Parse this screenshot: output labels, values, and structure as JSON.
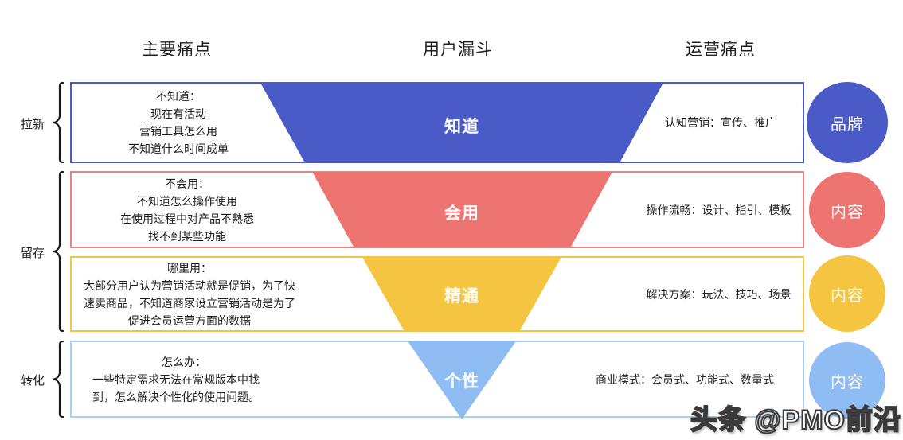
{
  "headers": {
    "main_pain": "主要痛点",
    "funnel": "用户漏斗",
    "ops_pain": "运营痛点"
  },
  "groups": [
    {
      "label": "拉新"
    },
    {
      "label": "留存"
    },
    {
      "label": "转化"
    }
  ],
  "stages": [
    {
      "funnel_label": "知道",
      "color": "#4A5BC8",
      "border_color": "#4A5BC8",
      "left_lines": [
        "不知道：",
        "现在有活动",
        "营销工具怎么用",
        "不知道什么时间成单"
      ],
      "right_text": "认知营销：宣传、推广",
      "circle_label": "品牌"
    },
    {
      "funnel_label": "会用",
      "color": "#EE7472",
      "border_color": "#F0807D",
      "left_lines": [
        "不会用：",
        "不知道怎么操作使用",
        "在使用过程中对产品不熟悉",
        "找不到某些功能"
      ],
      "right_text": "操作流畅：设计、指引、模板",
      "circle_label": "内容"
    },
    {
      "funnel_label": "精通",
      "color": "#F5C440",
      "border_color": "#F2C445",
      "left_lines": [
        "哪里用：",
        "大部分用户认为营销活动就是促销，为了快",
        "速卖商品，不知道商家设立营销活动是为了",
        "促进会员运营方面的数据"
      ],
      "right_text": "解决方案：玩法、技巧、场景",
      "circle_label": "内容"
    },
    {
      "funnel_label": "个性",
      "color": "#8FBDF3",
      "border_color": "#A6D0F6",
      "left_lines": [
        "怎么办：",
        "一些特定需求无法在常规版本中找",
        "到，怎么解决个性化的使用问题。"
      ],
      "right_text": "商业模式：会员式、功能式、数量式",
      "circle_label": "内容"
    }
  ],
  "watermark": "头条 @PMO前沿"
}
